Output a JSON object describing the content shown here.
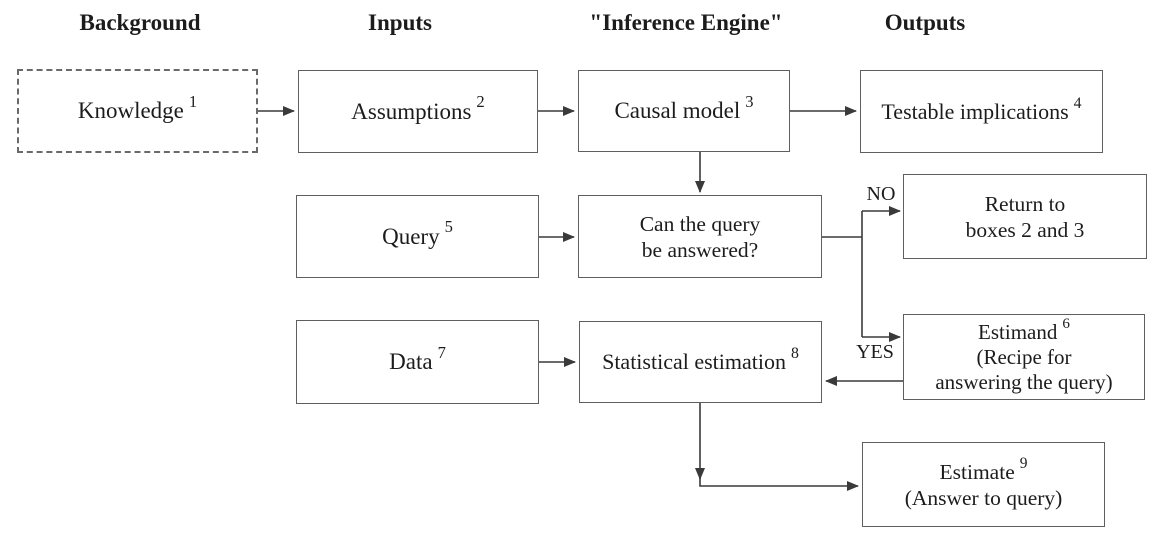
{
  "colors": {
    "background": "#ffffff",
    "box_border": "#5f5f5f",
    "arrow": "#3a3a3a",
    "text": "#1c1c1c"
  },
  "headers": [
    {
      "label": "Background"
    },
    {
      "label": "Inputs"
    },
    {
      "label": "\"Inference Engine\""
    },
    {
      "label": "Outputs"
    }
  ],
  "boxes": {
    "knowledge": {
      "label": "Knowledge",
      "sup": "1"
    },
    "assumptions": {
      "label": "Assumptions",
      "sup": "2"
    },
    "causal_model": {
      "label": "Causal model",
      "sup": "3"
    },
    "testable_implications": {
      "label": "Testable implications",
      "sup": "4"
    },
    "query": {
      "label": "Query",
      "sup": "5"
    },
    "can_query": {
      "line1": "Can the query",
      "line2": "be answered?"
    },
    "return_boxes": {
      "line1": "Return to",
      "line2": "boxes 2 and 3"
    },
    "data": {
      "label": "Data",
      "sup": "7"
    },
    "statistical_estimation": {
      "label": "Statistical estimation",
      "sup": "8"
    },
    "estimand": {
      "label": "Estimand",
      "sup": "6",
      "line2": "(Recipe for",
      "line3": "answering the query)"
    },
    "estimate": {
      "label": "Estimate",
      "sup": "9",
      "line2": "(Answer to query)"
    }
  },
  "branch_labels": {
    "no": "NO",
    "yes": "YES"
  }
}
